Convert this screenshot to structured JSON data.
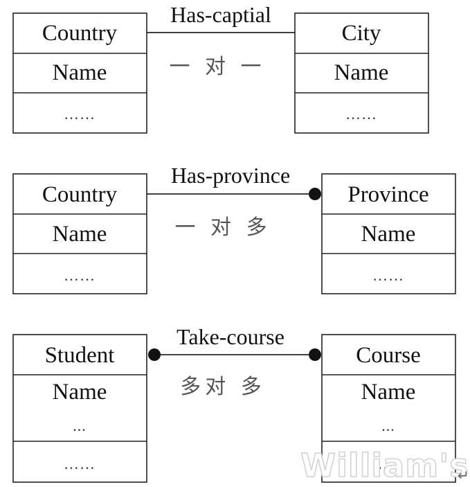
{
  "diagrams": [
    {
      "left": {
        "rows": [
          "Country",
          "Name",
          "……"
        ]
      },
      "right": {
        "rows": [
          "City",
          "Name",
          "……"
        ]
      },
      "relation": "Has-captial",
      "cardinality": "一 对 一",
      "left_dot": false,
      "right_dot": false
    },
    {
      "left": {
        "rows": [
          "Country",
          "Name",
          "……"
        ]
      },
      "right": {
        "rows": [
          "Province",
          "Name",
          "……"
        ]
      },
      "relation": "Has-province",
      "cardinality": "一 对 多",
      "left_dot": false,
      "right_dot": true
    },
    {
      "left": {
        "rows": [
          "Student",
          "Name",
          "...",
          "……"
        ]
      },
      "right": {
        "rows": [
          "Course",
          "Name",
          "...",
          "……"
        ]
      },
      "relation": "Take-course",
      "cardinality": "多对 多",
      "left_dot": true,
      "right_dot": true
    }
  ],
  "watermark": "William's",
  "return_mark": "↵"
}
